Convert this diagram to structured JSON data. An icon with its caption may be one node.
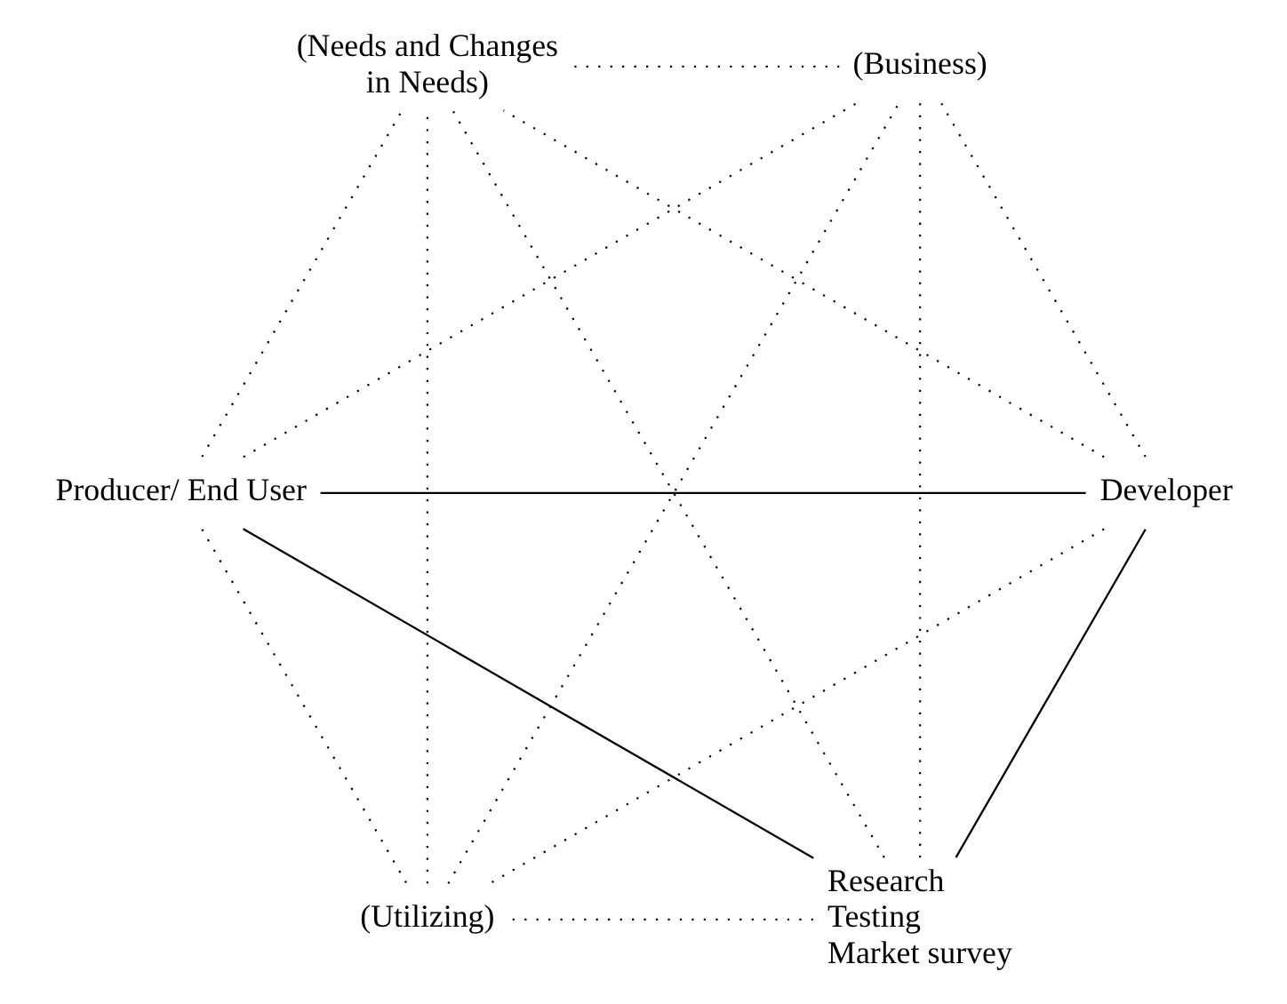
{
  "diagram": {
    "nodes": [
      {
        "text": [
          "Research",
          "Testing",
          "Market survey"
        ]
      },
      {
        "text": [
          "Developer"
        ]
      },
      {
        "text": [
          "Producer/ End User"
        ]
      },
      {
        "text": [
          "(Utilizing)"
        ]
      },
      {
        "text": [
          "(Business)"
        ]
      },
      {
        "text": [
          "(Needs and Changes in Needs)"
        ]
      }
    ],
    "edges": [
      {
        "from": 0,
        "to": 1,
        "arrow": "none"
      },
      {
        "from": 0,
        "to": 2,
        "arrow": "none"
      },
      {
        "from": 1,
        "to": 2,
        "arrow": "none"
      },
      {
        "from": 0,
        "to": 5,
        "arrow": "none",
        "style": "dashed"
      },
      {
        "from": 0,
        "to": 4,
        "arrow": "none",
        "style": "dashed"
      },
      {
        "from": 0,
        "to": 3,
        "arrow": "none",
        "style": "dashed"
      },
      {
        "from": 1,
        "to": 3,
        "arrow": "none",
        "style": "dashed"
      },
      {
        "from": 1,
        "to": 4,
        "arrow": "none",
        "style": "dashed"
      },
      {
        "from": 1,
        "to": 5,
        "arrow": "none",
        "style": "dashed"
      },
      {
        "from": 2,
        "to": 3,
        "arrow": "none",
        "style": "dashed"
      },
      {
        "from": 2,
        "to": 4,
        "arrow": "none",
        "style": "dashed"
      },
      {
        "from": 2,
        "to": 5,
        "arrow": "none",
        "style": "dashed"
      },
      {
        "from": 3,
        "to": 4,
        "arrow": "none",
        "style": "dashed"
      },
      {
        "from": 3,
        "to": 5,
        "arrow": "none",
        "style": "dashed"
      },
      {
        "from": 4,
        "to": 5,
        "arrow": "none",
        "style": "dashed"
      }
    ]
  }
}
